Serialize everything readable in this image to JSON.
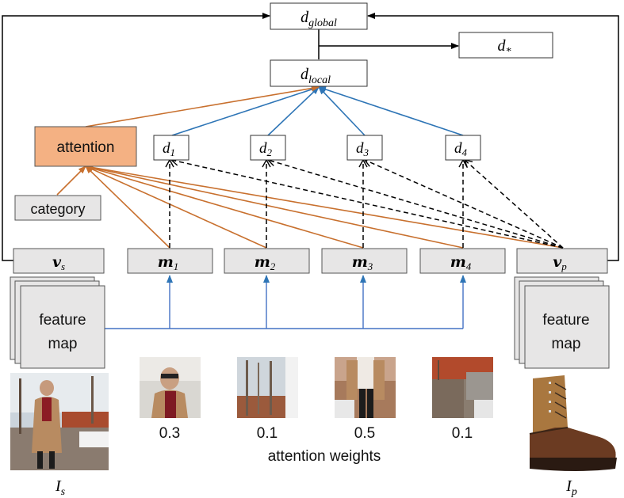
{
  "nodes": {
    "d_global": {
      "base": "d",
      "sub": "global"
    },
    "d_star": {
      "base": "d",
      "sub": "*"
    },
    "d_local": {
      "base": "d",
      "sub": "local"
    },
    "attention": "attention",
    "category": "category",
    "d1": {
      "base": "d",
      "sub": "1"
    },
    "d2": {
      "base": "d",
      "sub": "2"
    },
    "d3": {
      "base": "d",
      "sub": "3"
    },
    "d4": {
      "base": "d",
      "sub": "4"
    },
    "v_s": {
      "base": "v",
      "sub": "s"
    },
    "m1": {
      "base": "m",
      "sub": "1"
    },
    "m2": {
      "base": "m",
      "sub": "2"
    },
    "m3": {
      "base": "m",
      "sub": "3"
    },
    "m4": {
      "base": "m",
      "sub": "4"
    },
    "v_p": {
      "base": "v",
      "sub": "p"
    }
  },
  "feature_map_left": {
    "line1": "feature",
    "line2": "map"
  },
  "feature_map_right": {
    "line1": "feature",
    "line2": "map"
  },
  "weights": [
    "0.3",
    "0.1",
    "0.5",
    "0.1"
  ],
  "weights_label": "attention weights",
  "image_labels": {
    "source": {
      "base": "I",
      "sub": "s"
    },
    "product": {
      "base": "I",
      "sub": "p"
    }
  },
  "colors": {
    "orange": "#c8702e",
    "blue": "#2e75b6",
    "attention_fill": "#f4b183",
    "box_fill": "#e7e6e6"
  }
}
